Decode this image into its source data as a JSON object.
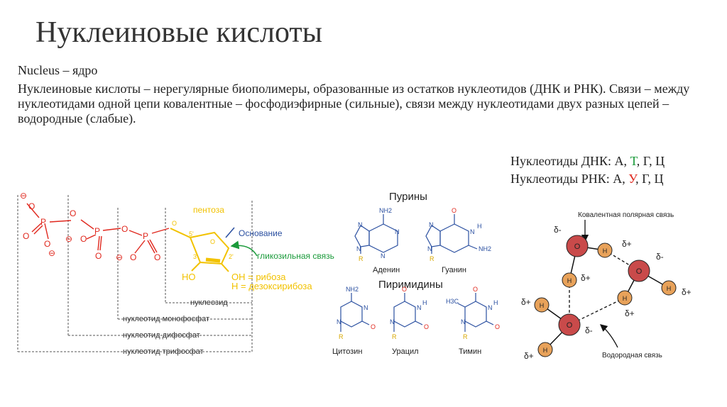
{
  "slide": {
    "title": "Нуклеиновые кислоты",
    "nucleus_line": "Nucleus – ядро",
    "definition": "Нуклеиновые кислоты – нерегулярные биополимеры, образованные из остатков нуклеотидов (ДНК и РНК). Связи – между нуклеотидами одной цепи ковалентные – фосфодиэфирные (сильные), связи между нуклеотидами двух разных цепей – водородные (слабые).",
    "dna": {
      "prefix": "Нуклеотиды ДНК: А, ",
      "special": "Т",
      "suffix": ", Г, Ц"
    },
    "rna": {
      "prefix": "Нуклеотиды РНК: А, ",
      "special": "У",
      "suffix": ", Г, Ц"
    }
  },
  "nucleotide_diagram": {
    "pentose": "пентоза",
    "base": "Основание",
    "glycosidic": "гликозильная связь",
    "ribose": "OH = рибоза",
    "deoxyribose": "H = дезоксирибоза",
    "nucleoside": "нуклеозид",
    "nmp": "нуклеотид монофосфат",
    "ndp": "нуклеотид дифосфат",
    "ntp": "нуклеотид трифосфат",
    "ho": "HO",
    "c5": "5'",
    "c3": "3'",
    "c2": "2'",
    "atom_p": "P",
    "atom_o": "O",
    "minus": "⊖"
  },
  "bases": {
    "purines": "Пурины",
    "pyrimidines": "Пиримидины",
    "adenine": "Аденин",
    "guanine": "Гуанин",
    "cytosine": "Цитозин",
    "uracil": "Урацил",
    "thymine": "Тимин",
    "nh2": "NH2",
    "n": "N",
    "h": "H",
    "o": "O",
    "r": "R",
    "h3c": "H3C"
  },
  "water": {
    "covalent_label": "Ковалентная полярная связь",
    "hydrogen_label": "Водородная связь",
    "o": "O",
    "h": "H",
    "delta_minus": "δ-",
    "delta_plus": "δ+"
  },
  "colors": {
    "phosphate": "#e0281e",
    "pentose": "#f2c200",
    "base_blue": "#2a4fa0",
    "arrow_green": "#1a9a3a",
    "thymine_green": "#1a9a3a",
    "uracil_red": "#e0281e",
    "water_o": "#c94a4a",
    "water_h": "#e8a25a"
  }
}
